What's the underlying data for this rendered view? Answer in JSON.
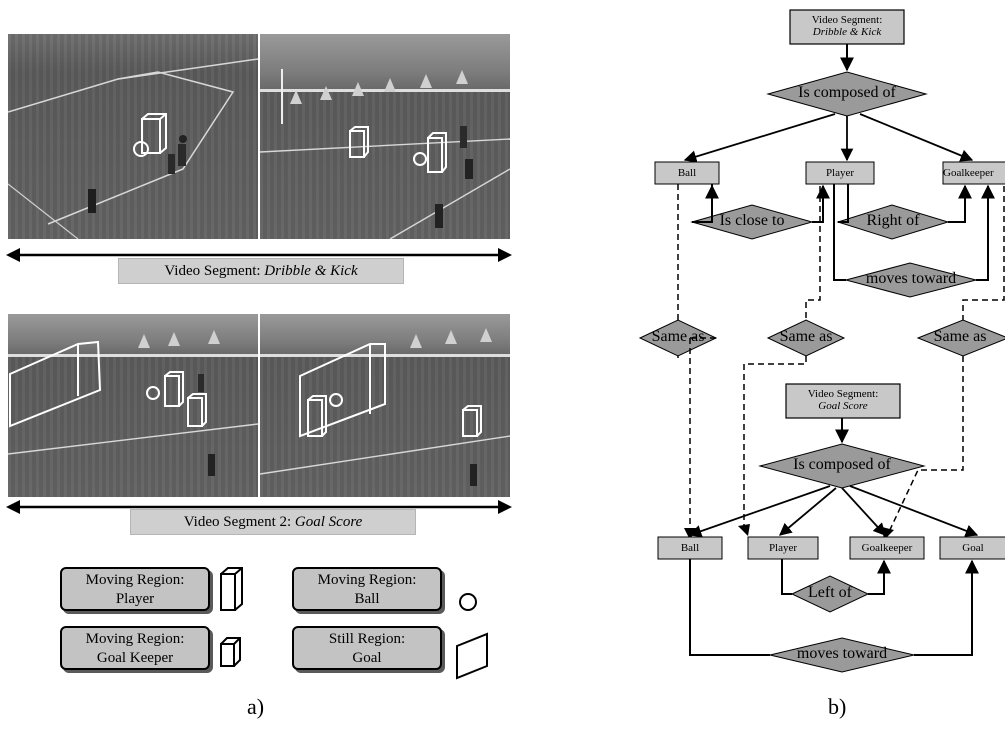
{
  "panel_a": {
    "segment_1_label_prefix": "Video Segment: ",
    "segment_1_label_name": "Dribble & Kick",
    "segment_2_label_prefix": "Video Segment 2: ",
    "segment_2_label_name": "Goal Score",
    "legend": {
      "player_line1": "Moving Region:",
      "player_line2": "Player",
      "ball_line1": "Moving Region:",
      "ball_line2": "Ball",
      "keeper_line1": "Moving Region:",
      "keeper_line2": "Goal Keeper",
      "goal_line1": "Still Region:",
      "goal_line2": "Goal"
    },
    "caption": "a)"
  },
  "panel_b": {
    "seg1_line1": "Video Segment:",
    "seg1_line2": "Dribble & Kick",
    "seg2_line1": "Video Segment:",
    "seg2_line2": "Goal Score",
    "composed_1": "Is composed of",
    "composed_2": "Is composed of",
    "ball_1": "Ball",
    "player_1": "Player",
    "keeper_1": "Goalkeeper",
    "ball_2": "Ball",
    "player_2": "Player",
    "keeper_2": "Goalkeeper",
    "goal_2": "Goal",
    "close_to": "Is close to",
    "right_of": "Right of",
    "moves_toward_1": "moves toward",
    "same_as_1": "Same as",
    "same_as_2": "Same as",
    "same_as_3": "Same as",
    "left_of": "Left of",
    "moves_toward_2": "moves toward",
    "caption": "b)"
  }
}
